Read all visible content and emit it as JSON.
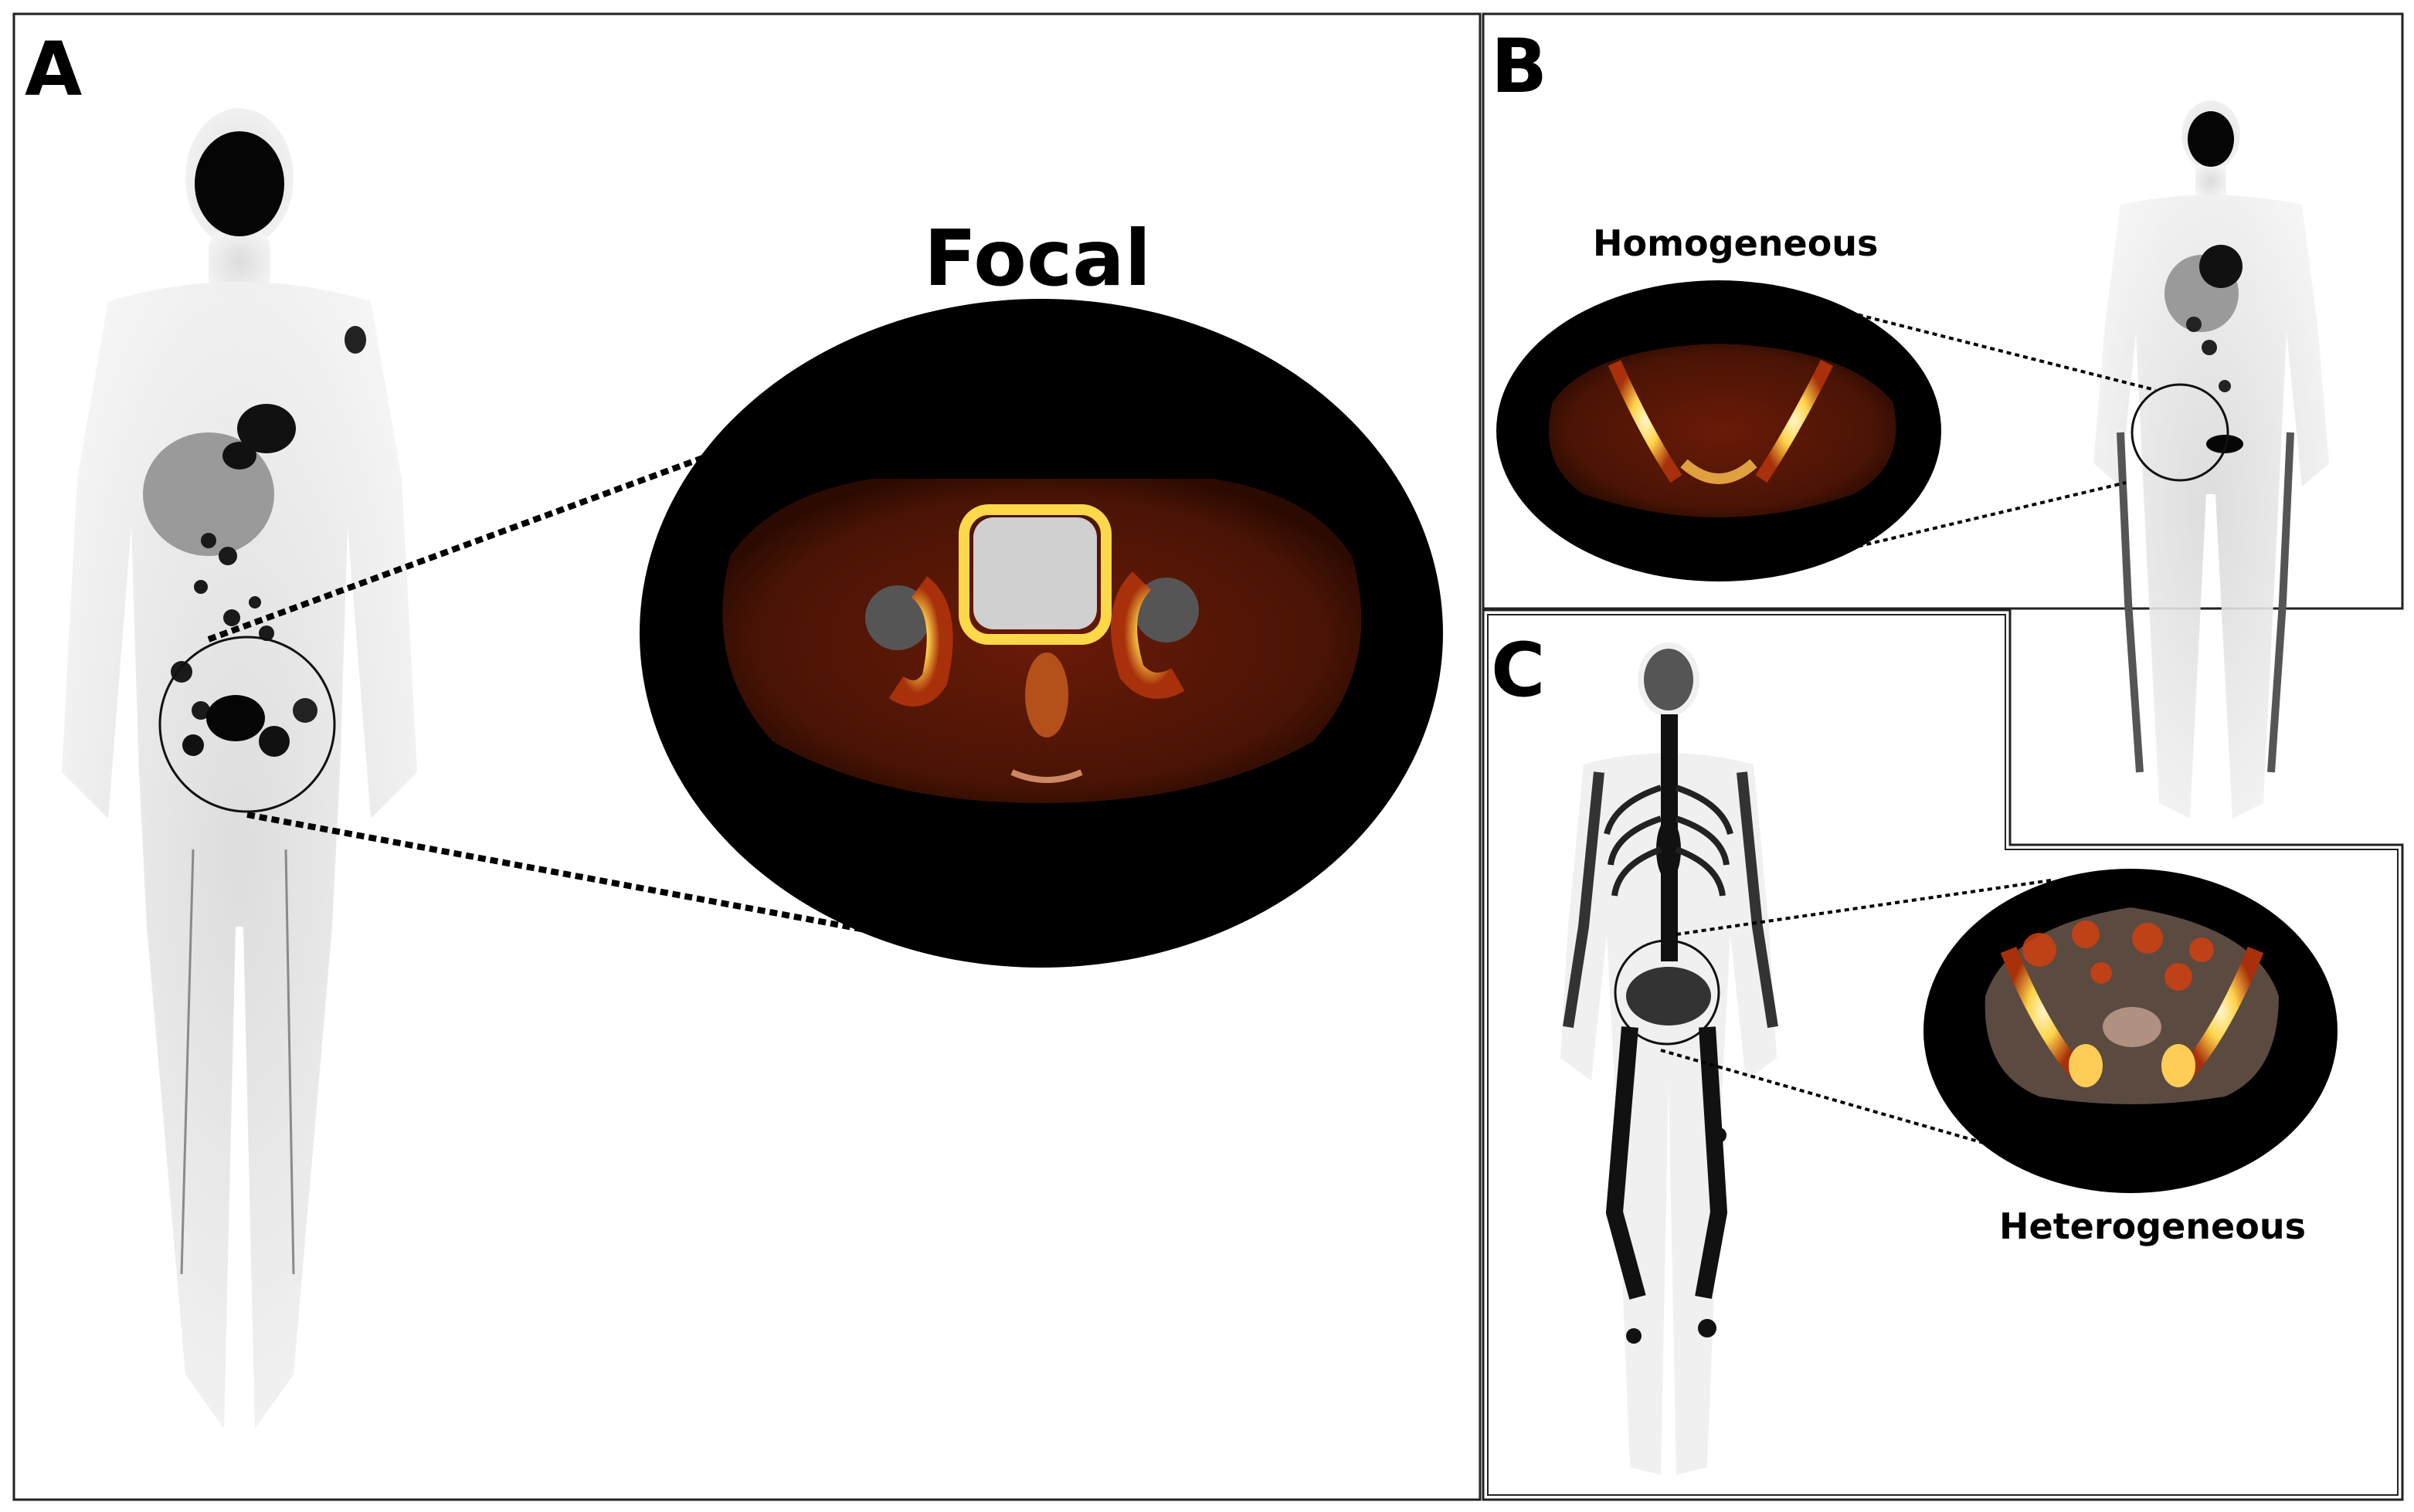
{
  "figure": {
    "panels": [
      {
        "letter": "A",
        "caption": "Focal"
      },
      {
        "letter": "B",
        "caption": "Homogeneous"
      },
      {
        "letter": "C",
        "caption": "Heterogeneous"
      }
    ]
  },
  "colors": {
    "frame": "#222222",
    "scan_background": "#000000",
    "uptake_hot": "#ffe070",
    "uptake_warm": "#b03010",
    "body_gray": "#e6e6e6"
  }
}
